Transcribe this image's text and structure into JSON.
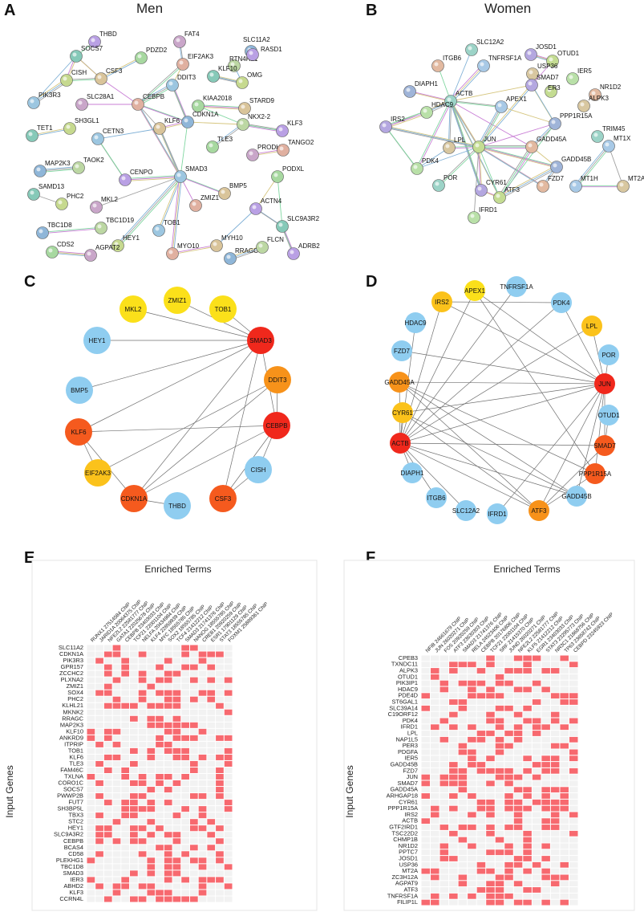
{
  "panels": {
    "A": {
      "letter": "A",
      "title": "Men"
    },
    "B": {
      "letter": "B",
      "title": "Women"
    },
    "C": {
      "letter": "C"
    },
    "D": {
      "letter": "D"
    },
    "E": {
      "letter": "E"
    },
    "F": {
      "letter": "F"
    }
  },
  "colors": {
    "red": "#f0281c",
    "orange_red": "#f55a1e",
    "orange": "#f7921a",
    "amber": "#fbc21b",
    "yellow": "#fbe01a",
    "blue": "#8fcdf0",
    "heat_on": "#f7696f",
    "heat_off": "#f2f2f2"
  },
  "string_men": {
    "nodes": [
      "THBD",
      "SOCS7",
      "CISH",
      "PIK3R3",
      "CSF3",
      "PDZD2",
      "FAT4",
      "EIF2AK3",
      "SLC11A2",
      "RTN4RL1",
      "RASD1",
      "KLF10",
      "OMG",
      "DDIT3",
      "STARD9",
      "KIAA2018",
      "SLC28A1",
      "CEBPB",
      "CDKN1A",
      "NKX2-2",
      "KLF3",
      "TET1",
      "SH3GL1",
      "CETN3",
      "KLF6",
      "TLE3",
      "PRODH",
      "TANGO2",
      "MAP2K3",
      "TAOK2",
      "CENPO",
      "SAMD13",
      "PHC2",
      "SMAD3",
      "BMP5",
      "PODXL",
      "MKL2",
      "ZMIZ1",
      "TBC1D8",
      "TBC1D19",
      "ACTN4",
      "SLC9A3R2",
      "HEY1",
      "TOB1",
      "MYH10",
      "CDS2",
      "AGPAT2",
      "MYO10",
      "RRAGC",
      "FLCN",
      "ADRB2"
    ]
  },
  "string_women": {
    "nodes": [
      "SLC12A2",
      "JOSD1",
      "OTUD1",
      "ITGB6",
      "TNFRSF1A",
      "USP36",
      "IER5",
      "DIAPH1",
      "ACTB",
      "SMAD7",
      "ER3",
      "NR1D2",
      "APEX1",
      "ALPK3",
      "HDAC9",
      "PPP1R15A",
      "TRIM45",
      "IRS2",
      "JUN",
      "GADD45A",
      "MT1X",
      "LPL",
      "PDK4",
      "GADD45B",
      "POR",
      "CYR61",
      "ATF3",
      "FZD7",
      "MT1H",
      "MT2A",
      "IFRD1"
    ]
  },
  "circle_men": {
    "nodes": [
      {
        "label": "MKL2",
        "tier": "yellow"
      },
      {
        "label": "ZMIZ1",
        "tier": "yellow"
      },
      {
        "label": "TOB1",
        "tier": "yellow"
      },
      {
        "label": "HEY1",
        "tier": "blue"
      },
      {
        "label": "SMAD3",
        "tier": "red"
      },
      {
        "label": "BMP5",
        "tier": "blue"
      },
      {
        "label": "DDIT3",
        "tier": "orange"
      },
      {
        "label": "KLF6",
        "tier": "orange_red"
      },
      {
        "label": "CEBPB",
        "tier": "red"
      },
      {
        "label": "EIF2AK3",
        "tier": "amber"
      },
      {
        "label": "CISH",
        "tier": "blue"
      },
      {
        "label": "CDKN1A",
        "tier": "orange_red"
      },
      {
        "label": "THBD",
        "tier": "blue"
      },
      {
        "label": "CSF3",
        "tier": "orange_red"
      }
    ]
  },
  "circle_women": {
    "nodes": [
      {
        "label": "APEX1",
        "tier": "yellow"
      },
      {
        "label": "TNFRSF1A",
        "tier": "blue"
      },
      {
        "label": "IRS2",
        "tier": "amber"
      },
      {
        "label": "PDK4",
        "tier": "blue"
      },
      {
        "label": "HDAC9",
        "tier": "blue"
      },
      {
        "label": "LPL",
        "tier": "amber"
      },
      {
        "label": "FZD7",
        "tier": "blue"
      },
      {
        "label": "POR",
        "tier": "blue"
      },
      {
        "label": "GADD45A",
        "tier": "orange"
      },
      {
        "label": "JUN",
        "tier": "red"
      },
      {
        "label": "CYR61",
        "tier": "amber"
      },
      {
        "label": "OTUD1",
        "tier": "blue"
      },
      {
        "label": "ACTB",
        "tier": "red"
      },
      {
        "label": "SMAD7",
        "tier": "orange_red"
      },
      {
        "label": "PPP1R15A",
        "tier": "orange_red"
      },
      {
        "label": "DIAPH1",
        "tier": "blue"
      },
      {
        "label": "GADD45B",
        "tier": "blue"
      },
      {
        "label": "ITGB6",
        "tier": "blue"
      },
      {
        "label": "ATF3",
        "tier": "orange"
      },
      {
        "label": "SLC12A2",
        "tier": "blue"
      },
      {
        "label": "IFRD1",
        "tier": "blue"
      }
    ]
  },
  "heatmap_men": {
    "title": "Enriched Terms",
    "ylabel": "Input Genes",
    "columns": [
      "RUNX1 27514584 ChIP",
      "JARID1A 20064375 ChIP",
      "NFE2L2 22581777 ChIP",
      "GATA1 22025678 ChIP",
      "CEBPB 23403033 ChIP",
      "TCF21 22001104 ChIP",
      "NELFA 20434984 ChIP",
      "KLF4 22859939 ChIP",
      "MYC 18555785 ChIP",
      "SOX2 18555785 ChIP",
      "TCF4 21412212 ChIP",
      "SMAD3 21741376 ChIP",
      "NANOG 18555785 ChIP",
      "CREB1 20920259 ChIP",
      "ESR1 17901129 ChIP",
      "STAT3 18555785 ChIP",
      "FOXM1 25889361 ChIP"
    ],
    "rows": [
      "SLC11A2",
      "CDKN1A",
      "PIK3R3",
      "GPR157",
      "ZCCHC2",
      "PLXNA2",
      "ZMIZ1",
      "SOX4",
      "PHC2",
      "KLHL21",
      "MKNK2",
      "RRAGC",
      "MAP2K3",
      "KLF10",
      "ANKRD9",
      "ITPRIP",
      "TOB1",
      "KLF6",
      "TLE3",
      "FAM46C",
      "TXLNA",
      "CORO1C",
      "SOCS7",
      "PWWP2B",
      "FUT7",
      "SH3BP5L",
      "TBX3",
      "STC2",
      "HEY1",
      "SLC9A3R2",
      "CEBPB",
      "BCAS4",
      "CD58",
      "PLEKHG1",
      "TBC1D8",
      "SMAD3",
      "IER3",
      "ABHD2",
      "KLF3",
      "CCRN4L"
    ]
  },
  "heatmap_women": {
    "title": "Enriched Terms",
    "ylabel": "Input Genes",
    "columns": [
      "NFIB 24661679 ChIP",
      "JUN 26020271 ChIP",
      "FOS 20920259 ChIP",
      "ATF3 23630303 ChIP",
      "SMAD3 21741376 ChIP",
      "RELA 24523406 ChIP",
      "CEBPB 20176806 ChIP",
      "TCF21 22001104 ChIP",
      "SRF 21415370 ChIP",
      "JUND 26020271 ChIP",
      "NFE2L2 22581777 ChIP",
      "KLF5 21412212 ChIP",
      "EGR1 23403033 ChIP",
      "STAT3 23295773 ChIP",
      "NR3C1 21868756 ChIP",
      "TP63 23658742 ChIP",
      "CEBPD 23245923 ChIP"
    ],
    "rows": [
      "CPEB3",
      "TXNDC11",
      "ALPK3",
      "OTUD1",
      "PIK3IP1",
      "HDAC9",
      "PDE4D",
      "ST6GAL1",
      "SLC39A14",
      "C19ORF12",
      "PDK4",
      "IFRD1",
      "LPL",
      "NAP1L5",
      "PER3",
      "PDGFA",
      "IER5",
      "GADD45B",
      "FZD7",
      "JUN",
      "SMAD7",
      "GADD45A",
      "ARHGAP18",
      "CYR61",
      "PPP1R15A",
      "IRS2",
      "ACTB",
      "GTF2IRD1",
      "TSC22D2",
      "CHMP1B",
      "NR1D2",
      "PPTC7",
      "JOSD1",
      "USP36",
      "MT2A",
      "ZC3H12A",
      "AGPAT9",
      "ATF3",
      "TNFRSF1A",
      "FILIP1L"
    ]
  }
}
